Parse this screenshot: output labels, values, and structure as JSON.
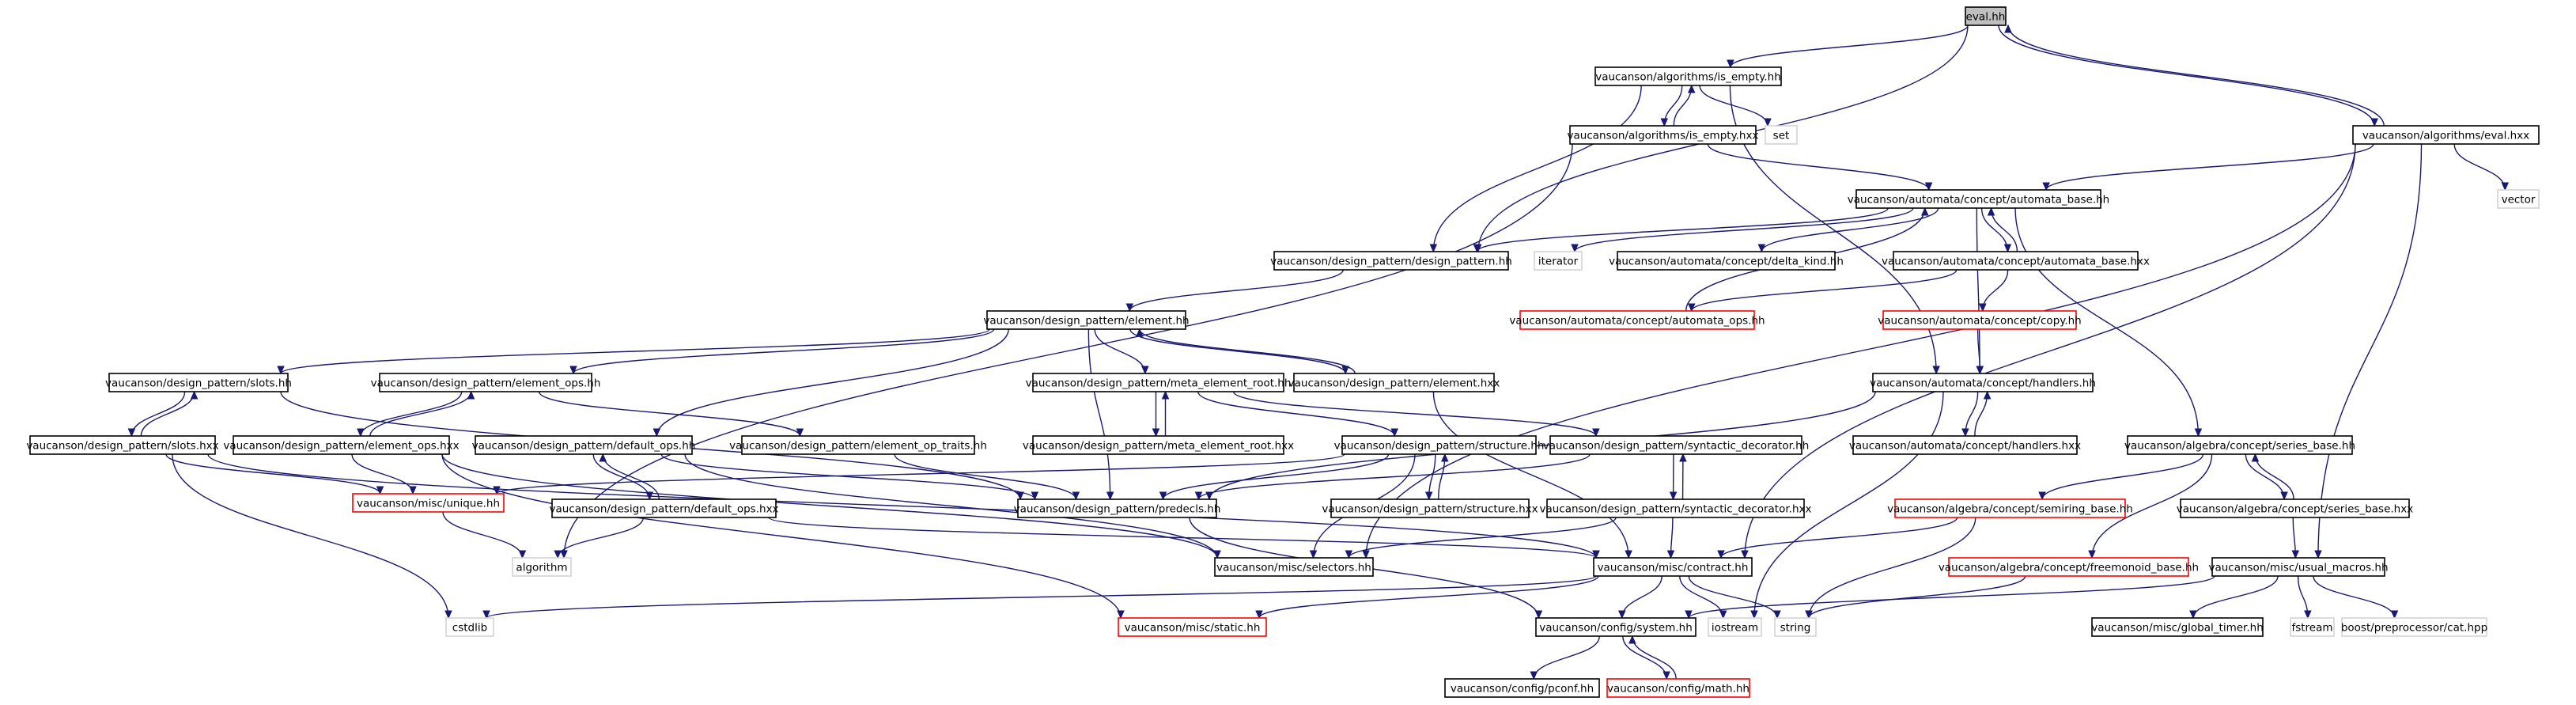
{
  "colors": {
    "edge": "#191970",
    "root_fill": "#bfbfbf",
    "root_stroke": "#000000",
    "documented_stroke": "#000000",
    "external_stroke": "#d3d3d3",
    "undocumented_stroke": "#ff0000"
  },
  "nodes": [
    {
      "id": "eval_hh",
      "label": "eval.hh",
      "kind": "root"
    },
    {
      "id": "is_empty_hh",
      "label": "vaucanson/algorithms/is_empty.hh",
      "kind": "documented"
    },
    {
      "id": "is_empty_hxx",
      "label": "vaucanson/algorithms/is_empty.hxx",
      "kind": "documented"
    },
    {
      "id": "set",
      "label": "set",
      "kind": "external"
    },
    {
      "id": "eval_hxx",
      "label": "vaucanson/algorithms/eval.hxx",
      "kind": "documented"
    },
    {
      "id": "vector",
      "label": "vector",
      "kind": "external"
    },
    {
      "id": "automata_base_hh",
      "label": "vaucanson/automata/concept/automata_base.hh",
      "kind": "documented"
    },
    {
      "id": "design_pattern_hh",
      "label": "vaucanson/design_pattern/design_pattern.hh",
      "kind": "documented"
    },
    {
      "id": "iterator",
      "label": "iterator",
      "kind": "external"
    },
    {
      "id": "delta_kind_hh",
      "label": "vaucanson/automata/concept/delta_kind.hh",
      "kind": "documented"
    },
    {
      "id": "automata_base_hxx",
      "label": "vaucanson/automata/concept/automata_base.hxx",
      "kind": "documented"
    },
    {
      "id": "automata_ops_hh",
      "label": "vaucanson/automata/concept/automata_ops.hh",
      "kind": "undocumented"
    },
    {
      "id": "copy_hh",
      "label": "vaucanson/automata/concept/copy.hh",
      "kind": "undocumented"
    },
    {
      "id": "element_hh",
      "label": "vaucanson/design_pattern/element.hh",
      "kind": "documented"
    },
    {
      "id": "slots_hh",
      "label": "vaucanson/design_pattern/slots.hh",
      "kind": "documented"
    },
    {
      "id": "element_ops_hh",
      "label": "vaucanson/design_pattern/element_ops.hh",
      "kind": "documented"
    },
    {
      "id": "meta_element_root_hh",
      "label": "vaucanson/design_pattern/meta_element_root.hh",
      "kind": "documented"
    },
    {
      "id": "element_hxx",
      "label": "vaucanson/design_pattern/element.hxx",
      "kind": "documented"
    },
    {
      "id": "handlers_hh",
      "label": "vaucanson/automata/concept/handlers.hh",
      "kind": "documented"
    },
    {
      "id": "handlers_hxx",
      "label": "vaucanson/automata/concept/handlers.hxx",
      "kind": "documented"
    },
    {
      "id": "slots_hxx",
      "label": "vaucanson/design_pattern/slots.hxx",
      "kind": "documented"
    },
    {
      "id": "element_ops_hxx",
      "label": "vaucanson/design_pattern/element_ops.hxx",
      "kind": "documented"
    },
    {
      "id": "default_ops_hh",
      "label": "vaucanson/design_pattern/default_ops.hh",
      "kind": "documented"
    },
    {
      "id": "element_op_traits_hh",
      "label": "vaucanson/design_pattern/element_op_traits.hh",
      "kind": "documented"
    },
    {
      "id": "meta_element_root_hxx",
      "label": "vaucanson/design_pattern/meta_element_root.hxx",
      "kind": "documented"
    },
    {
      "id": "structure_hh",
      "label": "vaucanson/design_pattern/structure.hh",
      "kind": "documented"
    },
    {
      "id": "syntactic_decorator_hh",
      "label": "vaucanson/design_pattern/syntactic_decorator.hh",
      "kind": "documented"
    },
    {
      "id": "series_base_hh",
      "label": "vaucanson/algebra/concept/series_base.hh",
      "kind": "documented"
    },
    {
      "id": "unique_hh",
      "label": "vaucanson/misc/unique.hh",
      "kind": "undocumented"
    },
    {
      "id": "default_ops_hxx",
      "label": "vaucanson/design_pattern/default_ops.hxx",
      "kind": "documented"
    },
    {
      "id": "predecls_hh",
      "label": "vaucanson/design_pattern/predecls.hh",
      "kind": "documented"
    },
    {
      "id": "structure_hxx",
      "label": "vaucanson/design_pattern/structure.hxx",
      "kind": "documented"
    },
    {
      "id": "syntactic_decorator_hxx",
      "label": "vaucanson/design_pattern/syntactic_decorator.hxx",
      "kind": "documented"
    },
    {
      "id": "semiring_base_hh",
      "label": "vaucanson/algebra/concept/semiring_base.hh",
      "kind": "undocumented"
    },
    {
      "id": "series_base_hxx",
      "label": "vaucanson/algebra/concept/series_base.hxx",
      "kind": "documented"
    },
    {
      "id": "algorithm",
      "label": "algorithm",
      "kind": "external"
    },
    {
      "id": "selectors_hh",
      "label": "vaucanson/misc/selectors.hh",
      "kind": "documented"
    },
    {
      "id": "contract_hh",
      "label": "vaucanson/misc/contract.hh",
      "kind": "documented"
    },
    {
      "id": "freemonoid_base_hh",
      "label": "vaucanson/algebra/concept/freemonoid_base.hh",
      "kind": "undocumented"
    },
    {
      "id": "usual_macros_hh",
      "label": "vaucanson/misc/usual_macros.hh",
      "kind": "documented"
    },
    {
      "id": "cstdlib",
      "label": "cstdlib",
      "kind": "external"
    },
    {
      "id": "static_hh",
      "label": "vaucanson/misc/static.hh",
      "kind": "undocumented"
    },
    {
      "id": "system_hh",
      "label": "vaucanson/config/system.hh",
      "kind": "documented"
    },
    {
      "id": "iostream",
      "label": "iostream",
      "kind": "external"
    },
    {
      "id": "string",
      "label": "string",
      "kind": "external"
    },
    {
      "id": "global_timer_hh",
      "label": "vaucanson/misc/global_timer.hh",
      "kind": "documented"
    },
    {
      "id": "fstream",
      "label": "fstream",
      "kind": "external"
    },
    {
      "id": "cat_hpp",
      "label": "boost/preprocessor/cat.hpp",
      "kind": "external"
    },
    {
      "id": "pconf_hh",
      "label": "vaucanson/config/pconf.hh",
      "kind": "documented"
    },
    {
      "id": "math_hh",
      "label": "vaucanson/config/math.hh",
      "kind": "undocumented"
    }
  ],
  "edges": [
    [
      "eval_hh",
      "is_empty_hh"
    ],
    [
      "eval_hh",
      "eval_hxx"
    ],
    [
      "eval_hh",
      "design_pattern_hh"
    ],
    [
      "eval_hxx",
      "eval_hh"
    ],
    [
      "is_empty_hh",
      "is_empty_hxx"
    ],
    [
      "is_empty_hxx",
      "is_empty_hh"
    ],
    [
      "is_empty_hh",
      "set"
    ],
    [
      "is_empty_hh",
      "design_pattern_hh"
    ],
    [
      "is_empty_hh",
      "handlers_hh"
    ],
    [
      "is_empty_hxx",
      "automata_base_hh"
    ],
    [
      "is_empty_hxx",
      "algorithm"
    ],
    [
      "eval_hxx",
      "automata_base_hh"
    ],
    [
      "eval_hxx",
      "vector"
    ],
    [
      "eval_hxx",
      "selectors_hh"
    ],
    [
      "eval_hxx",
      "contract_hh"
    ],
    [
      "eval_hxx",
      "usual_macros_hh"
    ],
    [
      "automata_base_hh",
      "design_pattern_hh"
    ],
    [
      "automata_base_hh",
      "iterator"
    ],
    [
      "automata_base_hh",
      "delta_kind_hh"
    ],
    [
      "automata_base_hh",
      "automata_base_hxx"
    ],
    [
      "automata_base_hxx",
      "automata_base_hh"
    ],
    [
      "automata_base_hh",
      "handlers_hh"
    ],
    [
      "automata_base_hh",
      "series_base_hh"
    ],
    [
      "automata_ops_hh",
      "automata_base_hh"
    ],
    [
      "automata_base_hxx",
      "automata_ops_hh"
    ],
    [
      "automata_base_hxx",
      "copy_hh"
    ],
    [
      "copy_hh",
      "handlers_hh"
    ],
    [
      "design_pattern_hh",
      "element_hh"
    ],
    [
      "element_hh",
      "slots_hh"
    ],
    [
      "element_hh",
      "element_ops_hh"
    ],
    [
      "element_hh",
      "meta_element_root_hh"
    ],
    [
      "element_hh",
      "element_hxx"
    ],
    [
      "element_hxx",
      "element_hh"
    ],
    [
      "element_hh",
      "default_ops_hh"
    ],
    [
      "element_hh",
      "predecls_hh"
    ],
    [
      "slots_hh",
      "slots_hxx"
    ],
    [
      "slots_hxx",
      "slots_hh"
    ],
    [
      "slots_hh",
      "predecls_hh"
    ],
    [
      "element_ops_hh",
      "element_ops_hxx"
    ],
    [
      "element_ops_hxx",
      "element_ops_hh"
    ],
    [
      "element_ops_hh",
      "element_op_traits_hh"
    ],
    [
      "meta_element_root_hh",
      "meta_element_root_hxx"
    ],
    [
      "meta_element_root_hxx",
      "meta_element_root_hh"
    ],
    [
      "meta_element_root_hh",
      "structure_hh"
    ],
    [
      "meta_element_root_hh",
      "syntactic_decorator_hh"
    ],
    [
      "element_hxx",
      "contract_hh"
    ],
    [
      "handlers_hh",
      "handlers_hxx"
    ],
    [
      "handlers_hxx",
      "handlers_hh"
    ],
    [
      "handlers_hh",
      "predecls_hh"
    ],
    [
      "handlers_hh",
      "iostream"
    ],
    [
      "slots_hxx",
      "unique_hh"
    ],
    [
      "slots_hxx",
      "cstdlib"
    ],
    [
      "slots_hxx",
      "contract_hh"
    ],
    [
      "element_ops_hxx",
      "unique_hh"
    ],
    [
      "element_ops_hxx",
      "static_hh"
    ],
    [
      "element_ops_hxx",
      "selectors_hh"
    ],
    [
      "default_ops_hh",
      "default_ops_hxx"
    ],
    [
      "default_ops_hxx",
      "default_ops_hh"
    ],
    [
      "default_ops_hh",
      "predecls_hh"
    ],
    [
      "default_ops_hh",
      "selectors_hh"
    ],
    [
      "element_op_traits_hh",
      "predecls_hh"
    ],
    [
      "structure_hh",
      "structure_hxx"
    ],
    [
      "structure_hxx",
      "structure_hh"
    ],
    [
      "structure_hh",
      "predecls_hh"
    ],
    [
      "structure_hh",
      "unique_hh"
    ],
    [
      "structure_hh",
      "selectors_hh"
    ],
    [
      "syntactic_decorator_hh",
      "syntactic_decorator_hxx"
    ],
    [
      "syntactic_decorator_hxx",
      "syntactic_decorator_hh"
    ],
    [
      "syntactic_decorator_hh",
      "predecls_hh"
    ],
    [
      "syntactic_decorator_hxx",
      "selectors_hh"
    ],
    [
      "syntactic_decorator_hxx",
      "contract_hh"
    ],
    [
      "series_base_hh",
      "series_base_hxx"
    ],
    [
      "series_base_hxx",
      "series_base_hh"
    ],
    [
      "series_base_hh",
      "semiring_base_hh"
    ],
    [
      "series_base_hh",
      "freemonoid_base_hh"
    ],
    [
      "series_base_hxx",
      "usual_macros_hh"
    ],
    [
      "unique_hh",
      "algorithm"
    ],
    [
      "default_ops_hxx",
      "algorithm"
    ],
    [
      "default_ops_hxx",
      "contract_hh"
    ],
    [
      "predecls_hh",
      "system_hh"
    ],
    [
      "semiring_base_hh",
      "contract_hh"
    ],
    [
      "semiring_base_hh",
      "string"
    ],
    [
      "freemonoid_base_hh",
      "string"
    ],
    [
      "contract_hh",
      "cstdlib"
    ],
    [
      "contract_hh",
      "static_hh"
    ],
    [
      "contract_hh",
      "system_hh"
    ],
    [
      "contract_hh",
      "iostream"
    ],
    [
      "contract_hh",
      "string"
    ],
    [
      "usual_macros_hh",
      "system_hh"
    ],
    [
      "usual_macros_hh",
      "global_timer_hh"
    ],
    [
      "usual_macros_hh",
      "fstream"
    ],
    [
      "usual_macros_hh",
      "cat_hpp"
    ],
    [
      "system_hh",
      "pconf_hh"
    ],
    [
      "system_hh",
      "math_hh"
    ],
    [
      "math_hh",
      "system_hh"
    ]
  ]
}
